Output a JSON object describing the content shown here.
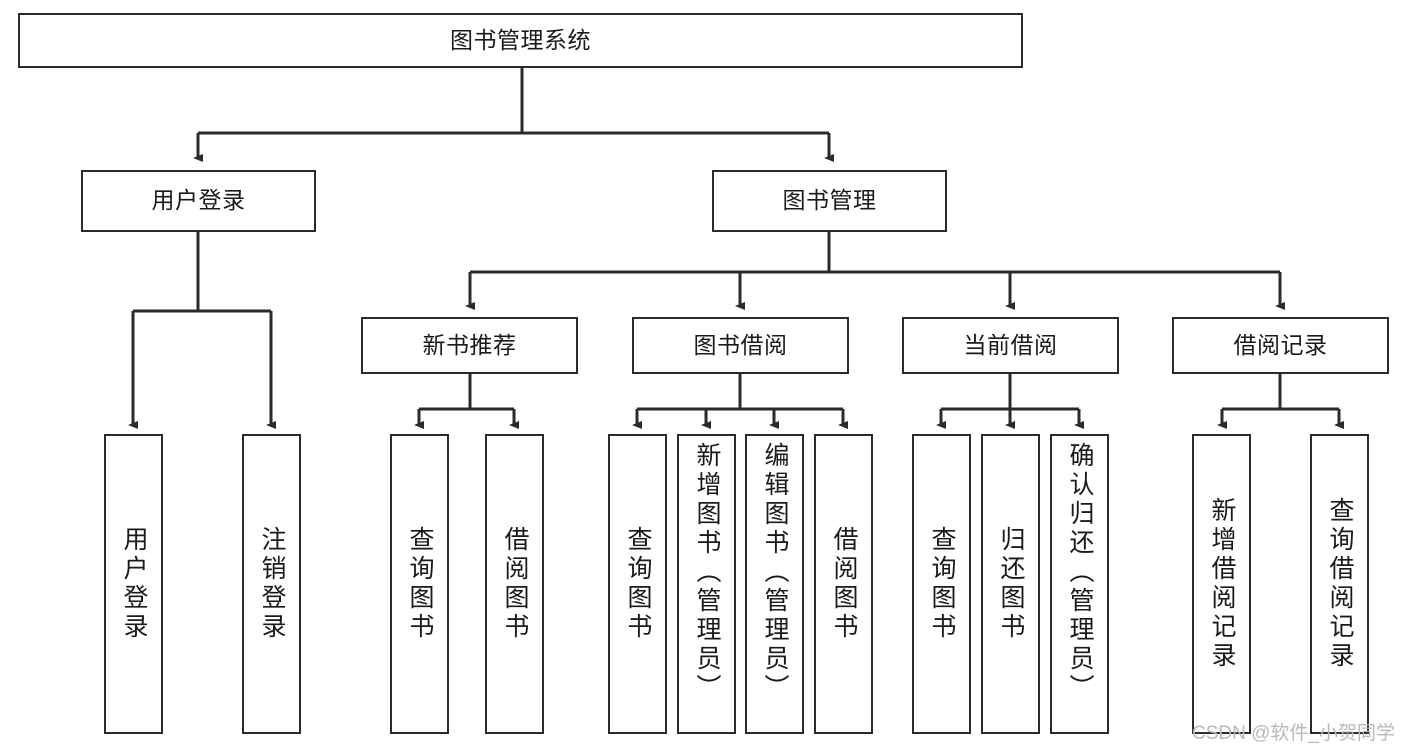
{
  "diagram": {
    "title": "图书管理系统",
    "type": "function-hierarchy-tree",
    "watermark": "CSDN @软件_小贺同学",
    "colors": {
      "background": "#ffffff",
      "box_border": "#2b2b2b",
      "box_fill": "#ffffff",
      "text": "#1a1a1a",
      "edge": "#2b2b2b",
      "watermark": "#b9b9b9"
    },
    "levels": {
      "root": "图书管理系统",
      "level2": [
        "用户登录",
        "图书管理"
      ],
      "level3": [
        "新书推荐",
        "图书借阅",
        "当前借阅",
        "借阅记录"
      ]
    },
    "nodes": {
      "root": {
        "label": "图书管理系统"
      },
      "user_login": {
        "label": "用户登录"
      },
      "book_manage": {
        "label": "图书管理"
      },
      "new_book_rec": {
        "label": "新书推荐"
      },
      "book_borrow": {
        "label": "图书借阅"
      },
      "current_borrow": {
        "label": "当前借阅"
      },
      "borrow_record": {
        "label": "借阅记录"
      },
      "leaf_user_login": {
        "label": "用户登录"
      },
      "leaf_user_logout": {
        "label": "注销登录"
      },
      "leaf_rec_query": {
        "label": "查询图书"
      },
      "leaf_rec_borrow": {
        "label": "借阅图书"
      },
      "leaf_borrow_query": {
        "label": "查询图书"
      },
      "leaf_borrow_add": {
        "label": "新增图书（管理员）"
      },
      "leaf_borrow_edit": {
        "label": "编辑图书（管理员）"
      },
      "leaf_borrow_do": {
        "label": "借阅图书"
      },
      "leaf_cur_query": {
        "label": "查询图书"
      },
      "leaf_cur_return": {
        "label": "归还图书"
      },
      "leaf_cur_confirm": {
        "label": "确认归还（管理员）"
      },
      "leaf_rec_add": {
        "label": "新增借阅记录"
      },
      "leaf_rec_search": {
        "label": "查询借阅记录"
      }
    }
  }
}
